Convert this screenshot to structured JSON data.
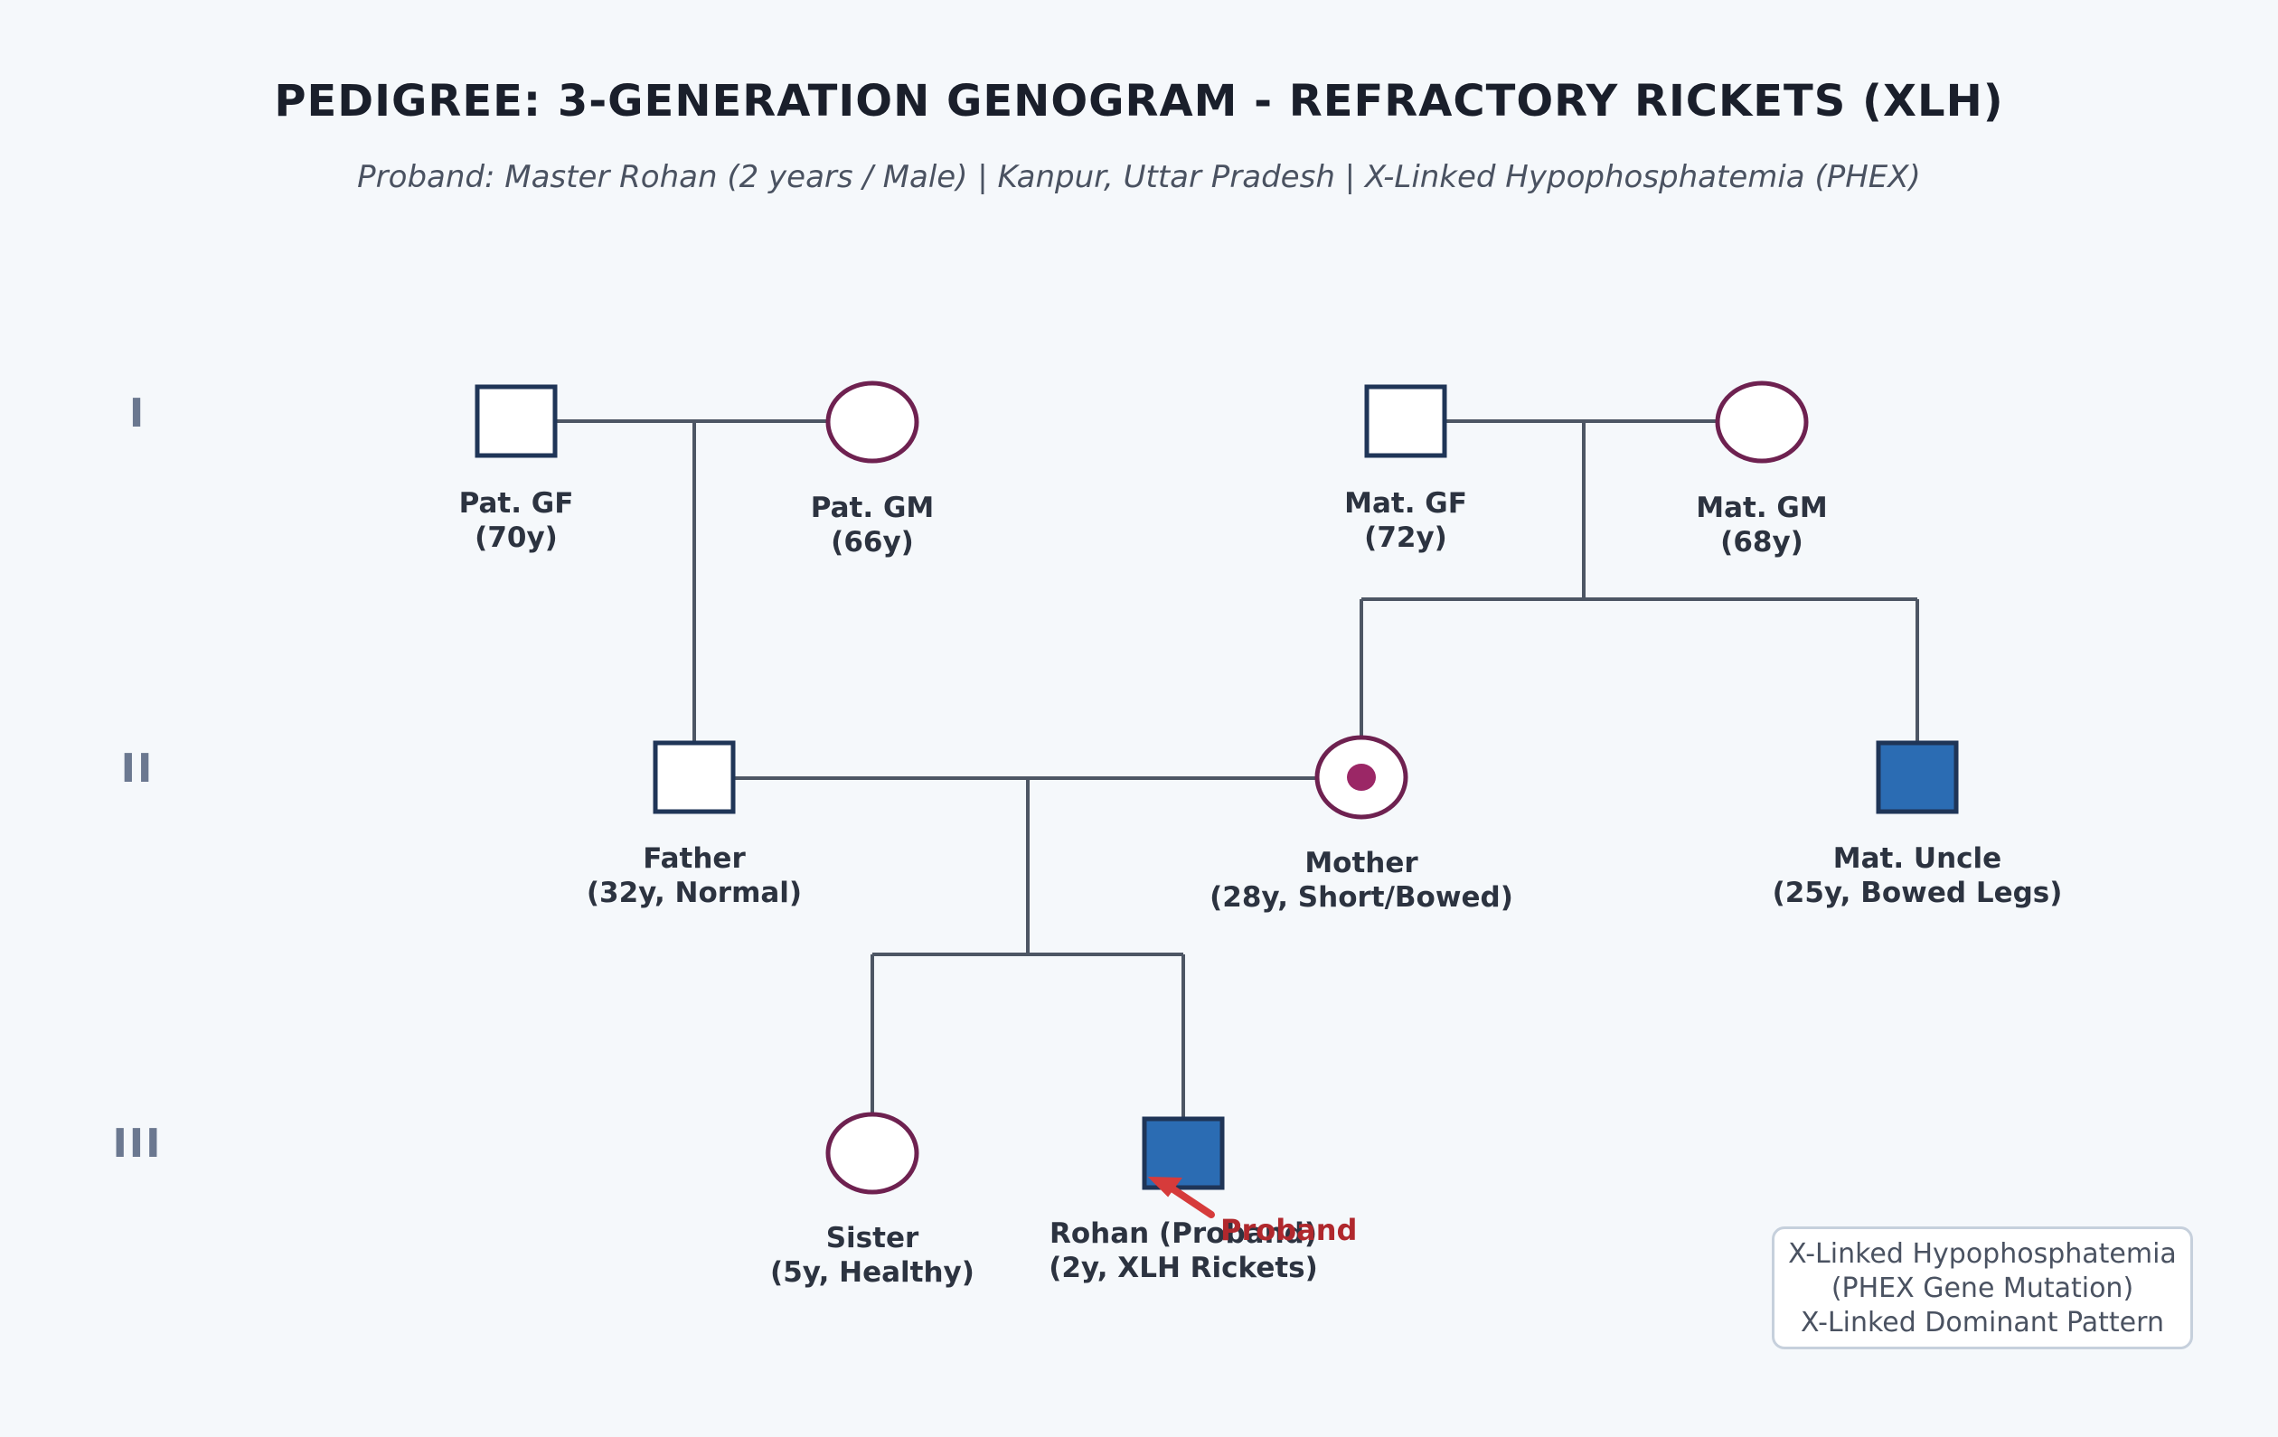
{
  "title": "PEDIGREE: 3-GENERATION GENOGRAM - REFRACTORY RICKETS (XLH)",
  "subtitle": "Proband: Master Rohan (2 years / Male) | Kanpur, Uttar Pradesh | X-Linked Hypophosphatemia (PHEX)",
  "generations": [
    "I",
    "II",
    "III"
  ],
  "colors": {
    "male_outline": "#1f3557",
    "female_outline": "#6e2150",
    "affected_fill": "#2b6cb3",
    "carrier_dot": "#9b2766",
    "line": "#4d5664",
    "proband_arrow": "#d63b3b"
  },
  "individuals": {
    "pat_gf": {
      "name": "Pat. GF",
      "detail": "(70y)",
      "sex": "male",
      "status": "unaffected"
    },
    "pat_gm": {
      "name": "Pat. GM",
      "detail": "(66y)",
      "sex": "female",
      "status": "unaffected"
    },
    "mat_gf": {
      "name": "Mat. GF",
      "detail": "(72y)",
      "sex": "male",
      "status": "unaffected"
    },
    "mat_gm": {
      "name": "Mat. GM",
      "detail": "(68y)",
      "sex": "female",
      "status": "unaffected"
    },
    "father": {
      "name": "Father",
      "detail": "(32y, Normal)",
      "sex": "male",
      "status": "unaffected"
    },
    "mother": {
      "name": "Mother",
      "detail": "(28y, Short/Bowed)",
      "sex": "female",
      "status": "carrier"
    },
    "mat_uncle": {
      "name": "Mat. Uncle",
      "detail": "(25y, Bowed Legs)",
      "sex": "male",
      "status": "affected"
    },
    "sister": {
      "name": "Sister",
      "detail": "(5y, Healthy)",
      "sex": "female",
      "status": "unaffected"
    },
    "proband": {
      "name": "Rohan (Proband)",
      "detail": "(2y, XLH Rickets)",
      "sex": "male",
      "status": "affected"
    }
  },
  "proband_marker": "Proband",
  "legend": {
    "line1": "X-Linked Hypophosphatemia",
    "line2": "(PHEX Gene Mutation)",
    "line3": "X-Linked Dominant Pattern"
  }
}
